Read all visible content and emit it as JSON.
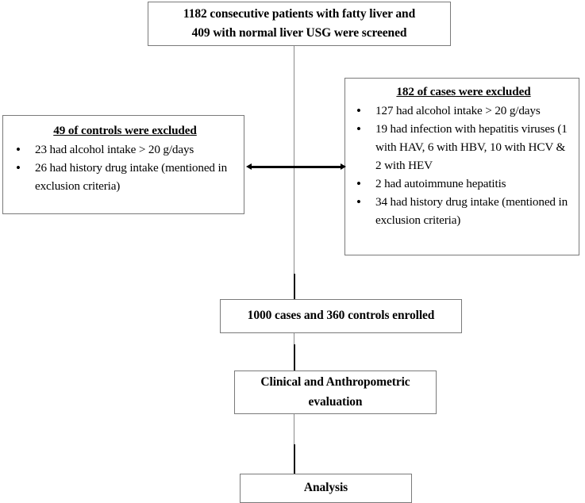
{
  "diagram": {
    "type": "flowchart",
    "title": "Study enrollment flow diagram",
    "nodes": {
      "screened": {
        "line1": "1182 consecutive patients with fatty liver and",
        "line2": "409 with normal liver USG were screened"
      },
      "cases_excluded": {
        "heading": "182 of cases were excluded",
        "items": [
          "127 had alcohol intake > 20 g/days",
          "19 had infection with hepatitis viruses (1 with HAV, 6 with HBV, 10 with HCV & 2 with HEV",
          "2 had autoimmune hepatitis",
          "34 had history drug intake (mentioned in exclusion criteria)"
        ]
      },
      "controls_excluded": {
        "heading": "49 of controls were excluded",
        "items": [
          "23 had alcohol intake > 20 g/days",
          "26 had history drug intake (mentioned in exclusion criteria)"
        ]
      },
      "enrolled": {
        "line1": "1000 cases and 360 controls enrolled"
      },
      "evaluation": {
        "line1": "Clinical and Anthropometric",
        "line2": "evaluation"
      },
      "analysis": {
        "line1": "Analysis"
      }
    },
    "connectors": {
      "double_arrow_label": "",
      "line_color": "#8a8a8a",
      "arrow_color": "#000000"
    },
    "colors": {
      "background": "#ffffff",
      "box_border": "#7a7a7a",
      "text": "#000000"
    }
  }
}
